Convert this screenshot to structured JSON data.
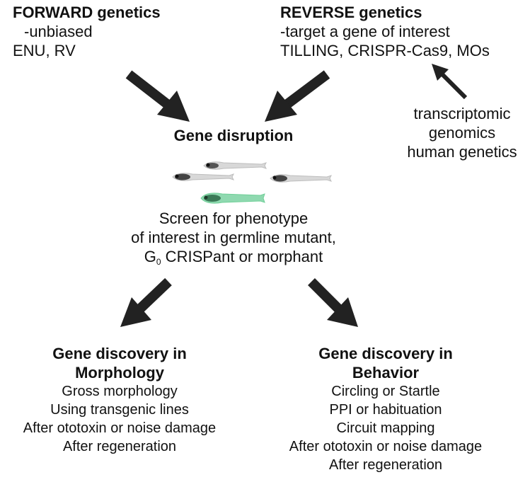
{
  "forward": {
    "title": "FORWARD genetics",
    "lines": [
      "-unbiased",
      "ENU, RV"
    ]
  },
  "reverse": {
    "title": "REVERSE genetics",
    "lines": [
      "-target a gene of interest",
      "TILLING, CRISPR-Cas9, MOs"
    ]
  },
  "sources": {
    "lines": [
      "transcriptomic",
      "genomics",
      "human genetics"
    ]
  },
  "gene_disruption": {
    "title": "Gene disruption"
  },
  "screen": {
    "line1": "Screen for phenotype",
    "line2": "of interest in germline mutant,",
    "line3_prefix": "G",
    "line3_sub": "0",
    "line3_rest": " CRISPant or morphant"
  },
  "morphology": {
    "title_line1": "Gene discovery in",
    "title_line2": "Morphology",
    "items": [
      "Gross morphology",
      "Using transgenic lines",
      "After ototoxin or noise damage",
      "After regeneration"
    ]
  },
  "behavior": {
    "title_line1": "Gene discovery in",
    "title_line2": "Behavior",
    "items": [
      "Circling or Startle",
      "PPI or habituation",
      "Circuit mapping",
      "After ototoxin or noise damage",
      "After regeneration"
    ]
  },
  "colors": {
    "arrow": "#222222",
    "fish_gray": "#9a9a9a",
    "fish_green": "#6fcf97"
  },
  "icons": [
    "arrow-icon",
    "zebrafish-larva-icon"
  ]
}
